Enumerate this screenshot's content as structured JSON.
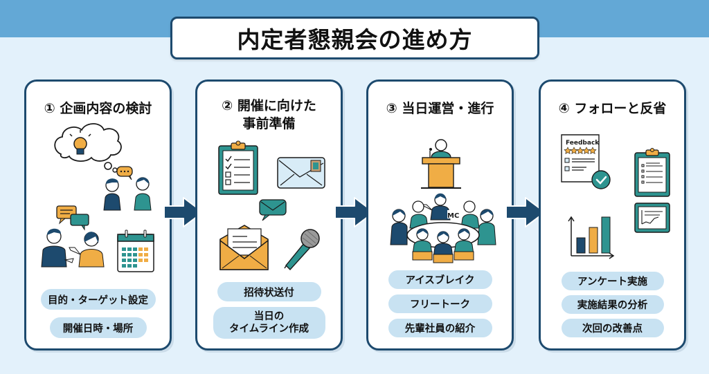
{
  "title": "内定者懇親会の進め方",
  "colors": {
    "navy": "#1d4a6e",
    "teal": "#2e9490",
    "orange": "#f0ad45",
    "band": "#63a8d6",
    "background": "#e3f1fb",
    "pill": "#c8e2f2"
  },
  "steps": [
    {
      "number": "①",
      "title": "企画内容の検討",
      "icons": [
        "lightbulb-thought-icon",
        "two-people-chat-icon",
        "meeting-discussion-icon",
        "calendar-icon"
      ],
      "items": [
        "目的・ターゲット設定",
        "開催日時・場所"
      ]
    },
    {
      "number": "②",
      "title_line1": "開催に向けた",
      "title_line2": "事前準備",
      "icons": [
        "checklist-clipboard-icon",
        "mail-envelope-icon",
        "message-bubble-icon",
        "invitation-letter-icon",
        "microphone-icon"
      ],
      "items": [
        "招待状送付"
      ],
      "item2_line1": "当日の",
      "item2_line2": "タイムライン作成"
    },
    {
      "number": "③",
      "title": "当日運営・進行",
      "icons": [
        "podium-speaker-icon",
        "round-table-meeting-icon"
      ],
      "mc_label": "MC",
      "items": [
        "アイスブレイク",
        "フリートーク",
        "先輩社員の紹介"
      ]
    },
    {
      "number": "④",
      "title": "フォローと反省",
      "icons": [
        "feedback-form-icon",
        "clipboard-report-icon",
        "chart-board-icon",
        "bar-chart-icon"
      ],
      "feedback_label": "Feedback",
      "items": [
        "アンケート実施",
        "実施結果の分析",
        "次回の改善点"
      ]
    }
  ]
}
